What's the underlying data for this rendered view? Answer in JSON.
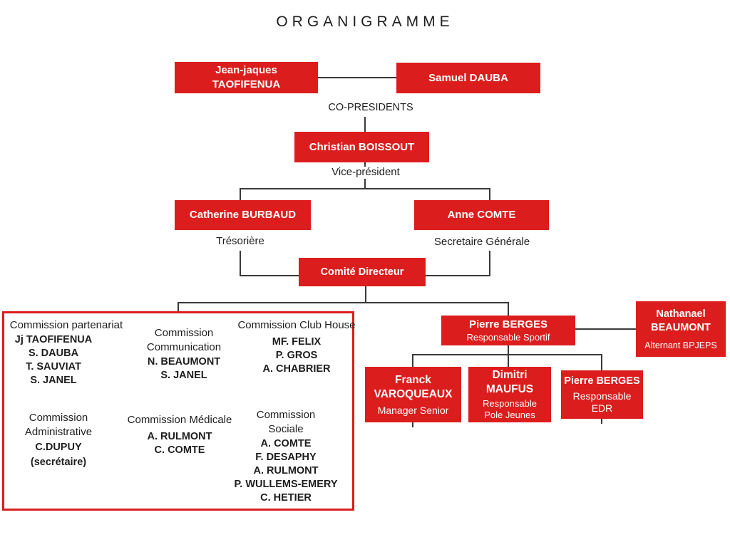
{
  "title": "ORGANIGRAMME",
  "labels": {
    "co_presidents": "CO-PRESIDENTS",
    "vice_president": "Vice-président",
    "tresoriere": "Trésorière",
    "secretaire_generale": "Secretaire Générale"
  },
  "boxes": {
    "co_president_1": {
      "name_lines": [
        "Jean-jaques",
        "TAOFIFENUA"
      ]
    },
    "co_president_2": {
      "name_lines": [
        "Samuel DAUBA"
      ]
    },
    "vice_president": {
      "name_lines": [
        "Christian BOISSOUT"
      ]
    },
    "tresoriere": {
      "name_lines": [
        "Catherine BURBAUD"
      ]
    },
    "secretaire_generale": {
      "name_lines": [
        "Anne COMTE"
      ]
    },
    "comite_directeur": {
      "name_lines": [
        "Comité Directeur"
      ]
    },
    "responsable_sportif": {
      "name_lines": [
        "Pierre BERGES"
      ],
      "role_lines": [
        "Responsable Sportif"
      ]
    },
    "alternant_bpjeps": {
      "name_lines": [
        "Nathanael",
        "BEAUMONT"
      ],
      "role_lines": [
        "Alternant BPJEPS"
      ]
    },
    "manager_senior": {
      "name_lines": [
        "Franck",
        "VAROQUEAUX"
      ],
      "role_lines": [
        "Manager Senior"
      ]
    },
    "responsable_pole_jeunes": {
      "name_lines": [
        "Dimitri",
        "MAUFUS"
      ],
      "role_lines": [
        "Responsable",
        "Pole Jeunes"
      ]
    },
    "responsable_edr": {
      "name_lines": [
        "Pierre BERGES"
      ],
      "role_lines": [
        "Responsable",
        "EDR"
      ]
    }
  },
  "commissions": {
    "partenariat": {
      "title_lines": [
        "Commission partenariat"
      ],
      "member_lines": [
        "Jj TAOFIFENUA",
        "S. DAUBA",
        "T. SAUVIAT",
        "S. JANEL"
      ]
    },
    "communication": {
      "title_lines": [
        "Commission",
        "Communication"
      ],
      "member_lines": [
        "N. BEAUMONT",
        "S. JANEL"
      ]
    },
    "club_house": {
      "title_lines": [
        "Commission Club House"
      ],
      "member_lines": [
        "MF. FELIX",
        "P. GROS",
        "A. CHABRIER"
      ]
    },
    "administrative": {
      "title_lines": [
        "Commission",
        "Administrative"
      ],
      "member_lines": [
        "C.DUPUY",
        "(secrétaire)"
      ]
    },
    "medicale": {
      "title_lines": [
        "Commission Médicale"
      ],
      "member_lines": [
        "A. RULMONT",
        "C. COMTE"
      ]
    },
    "sociale": {
      "title_lines": [
        "Commission",
        "Sociale"
      ],
      "member_lines": [
        "A. COMTE",
        "F. DESAPHY",
        "A. RULMONT",
        "P. WULLEMS-EMERY",
        "C. HETIER"
      ]
    }
  },
  "colors": {
    "box_red": "#DB1D1D",
    "text_dark": "#1E1E1E",
    "line": "#3A3A3A",
    "box_text": "#FFFFFF"
  }
}
